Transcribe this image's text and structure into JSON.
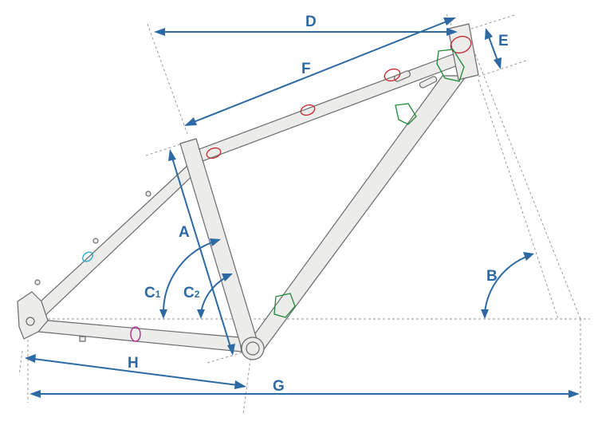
{
  "labels": {
    "A": "A",
    "B": "B",
    "C1": "C",
    "C1_sub": "1",
    "C2": "C",
    "C2_sub": "2",
    "D": "D",
    "E": "E",
    "F": "F",
    "G": "G",
    "H": "H"
  },
  "colors": {
    "dimension": "#2d6aa3",
    "frame_fill": "#ececea",
    "frame_stroke": "#6a6a6a",
    "weld_red": "#c8282d",
    "weld_green": "#1f8a3a",
    "weld_magenta": "#b01e8c",
    "weld_cyan": "#22a8cc"
  }
}
